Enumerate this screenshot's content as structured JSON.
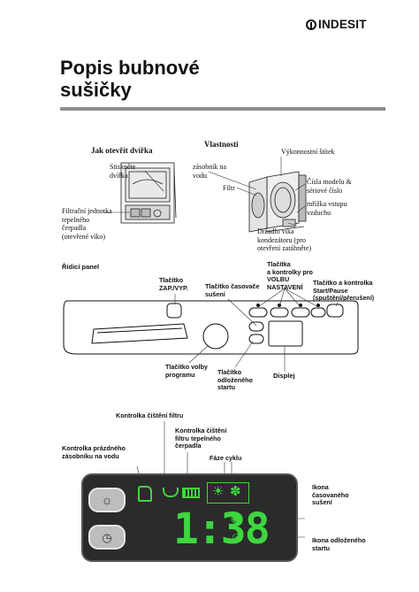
{
  "brand": {
    "name": "INDESIT"
  },
  "title": "Popis bubnové\nsušičky",
  "section1": {
    "door_heading": "Jak otevřít dvířka",
    "door_press": "Stiskněte\ndvířka",
    "filter_unit": "Filtrační jednotka\ntepelného\nčerpadla\n(otevřené víko)",
    "features_heading": "Vlastnosti",
    "rating_plate": "Výkonnostní štítek",
    "water_tank": "zásobník na\nvodu",
    "filter": "Filtr",
    "model_serial": "Čísla modelu &\nsériové číslo",
    "air_grille": "mřížka vstupu\nvzduchu",
    "handle": "Držadlo víka\nkondezátoru (pro\notevření zatáhněte)"
  },
  "control_panel": {
    "heading": "Řídicí panel",
    "on_off": "Tlačítko\nZAP./VYP.",
    "timed_dry": "Tlačítko časovače\nsušení",
    "options": "Tlačítka\na kontrolky pro\nVOLBU\nNASTAVENÍ",
    "start_pause": "Tlačítko a kontrolka\nStart/Pause\n(spuštění/přerušení)",
    "program_select": "Tlačítko volby\nprogramu",
    "delay_start": "Tlačítko\nodloženého\nstartu",
    "display": "Displej"
  },
  "display_panel": {
    "filter_clean": "Kontrolka čištění filtru",
    "heat_pump_clean": "Kontrolka čištění\nfiltru tepelného\nčerpadla",
    "empty_tank": "Kontrolka prázdného\nzásobníku na vodu",
    "cycle_phase": "Fáze cyklu",
    "timed_dry_icon": "Ikona\nčasovaného\nsušení",
    "delay_icon": "Ikona odloženého\nstartu",
    "time_value": "1:38",
    "accent_color": "#3fd63f",
    "panel_color": "#2b2b2b"
  }
}
